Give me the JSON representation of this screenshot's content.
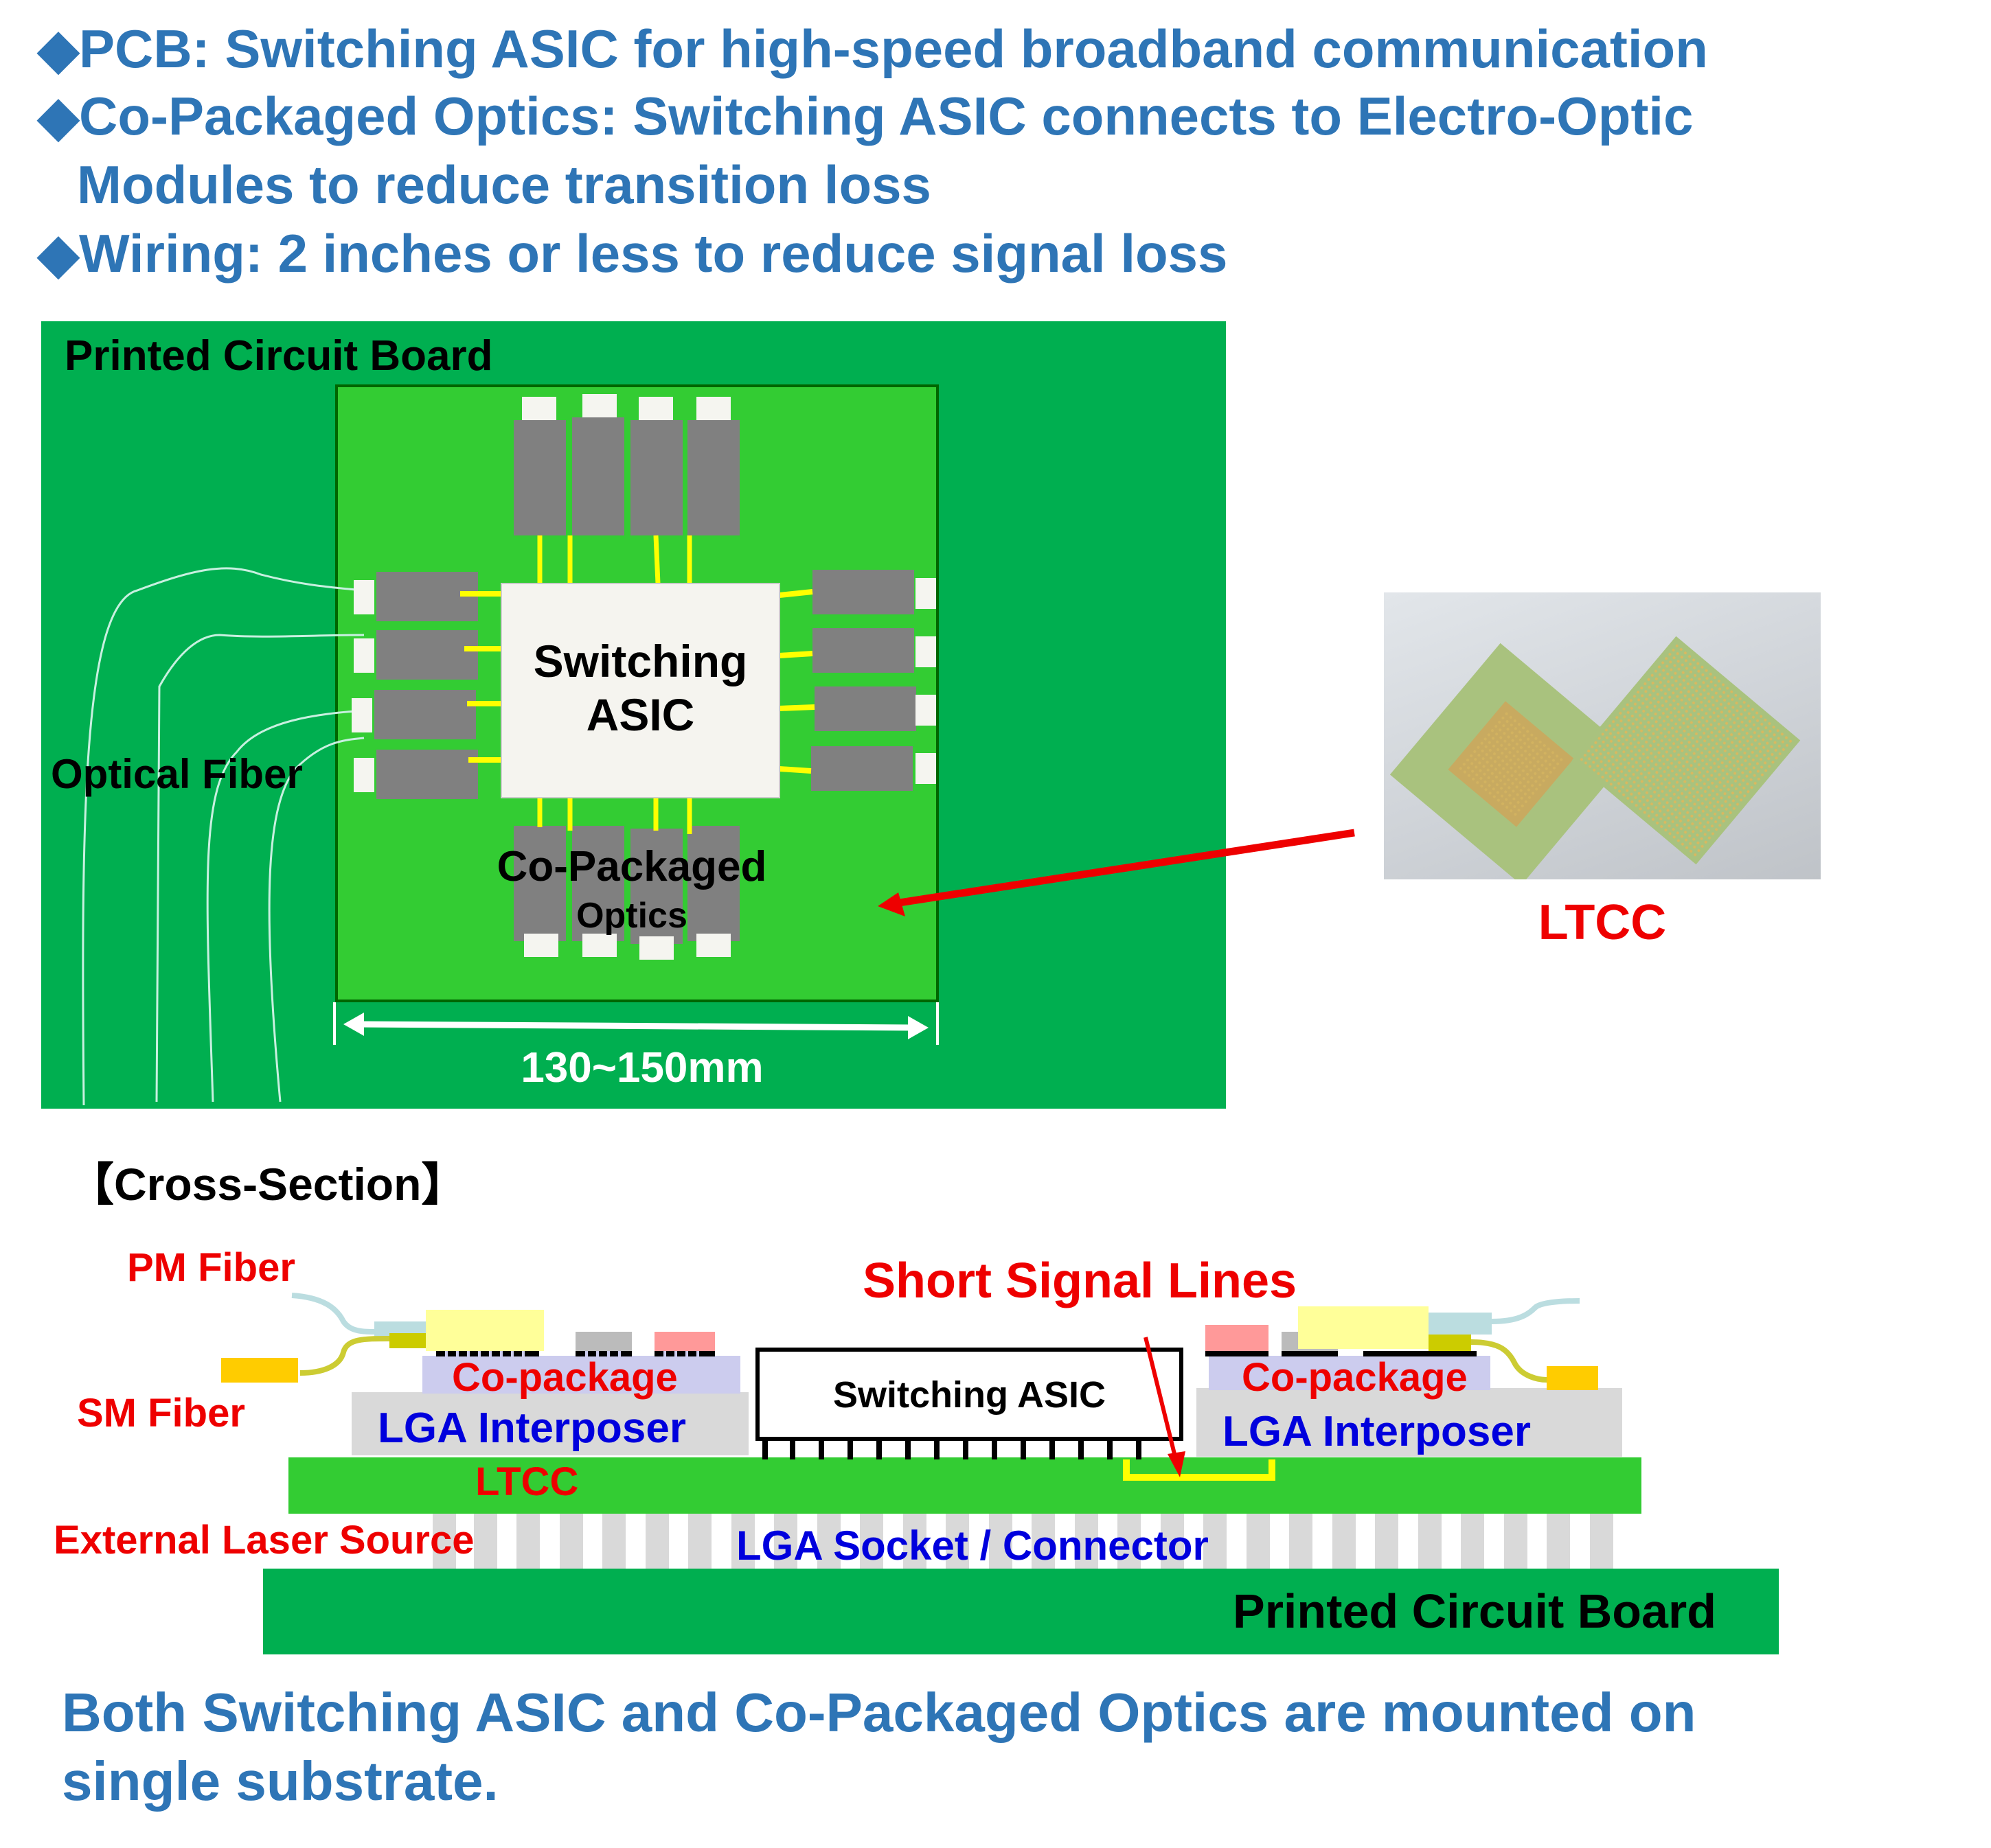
{
  "bullets": [
    {
      "marker": "◆",
      "text": "PCB: Switching ASIC for high-speed broadband communication"
    },
    {
      "marker": "◆",
      "text": "Co-Packaged Optics: Switching ASIC connects to Electro-Optic"
    },
    {
      "marker": "",
      "text": "Modules to reduce transition loss"
    },
    {
      "marker": "◆",
      "text": "Wiring: 2 inches or less to reduce signal loss"
    }
  ],
  "top_diagram": {
    "board_label": "Printed Circuit Board",
    "asic_label_line1": "Switching",
    "asic_label_line2": "ASIC",
    "cpo_label_line1": "Co-Packaged",
    "cpo_label_line2": "Optics",
    "fiber_label": "Optical Fiber",
    "dimension_label": "130~150mm",
    "photo_caption": "LTCC"
  },
  "cross_section": {
    "title": "【Cross-Section】",
    "pm_fiber": "PM Fiber",
    "sm_fiber": "SM Fiber",
    "short_signal_lines": "Short Signal Lines",
    "copackage_left": "Co-package",
    "copackage_right": "Co-package",
    "interposer_left": "LGA Interposer",
    "interposer_right": "LGA Interposer",
    "asic": "Switching ASIC",
    "ltcc": "LTCC",
    "external_laser": "External Laser Source",
    "socket": "LGA Socket / Connector",
    "pcb": "Printed Circuit Board"
  },
  "conclusion": {
    "line1": "Both Switching ASIC and Co-Packaged Optics are mounted on",
    "line2": "single substrate."
  },
  "colors": {
    "heading_blue": "#2E75B6",
    "pcb_green": "#00AF50",
    "substrate_green": "#33CC33",
    "module_gray": "#808080",
    "trace_yellow": "#FFFF00",
    "label_red": "#EE0000",
    "label_blue": "#0000DD"
  }
}
